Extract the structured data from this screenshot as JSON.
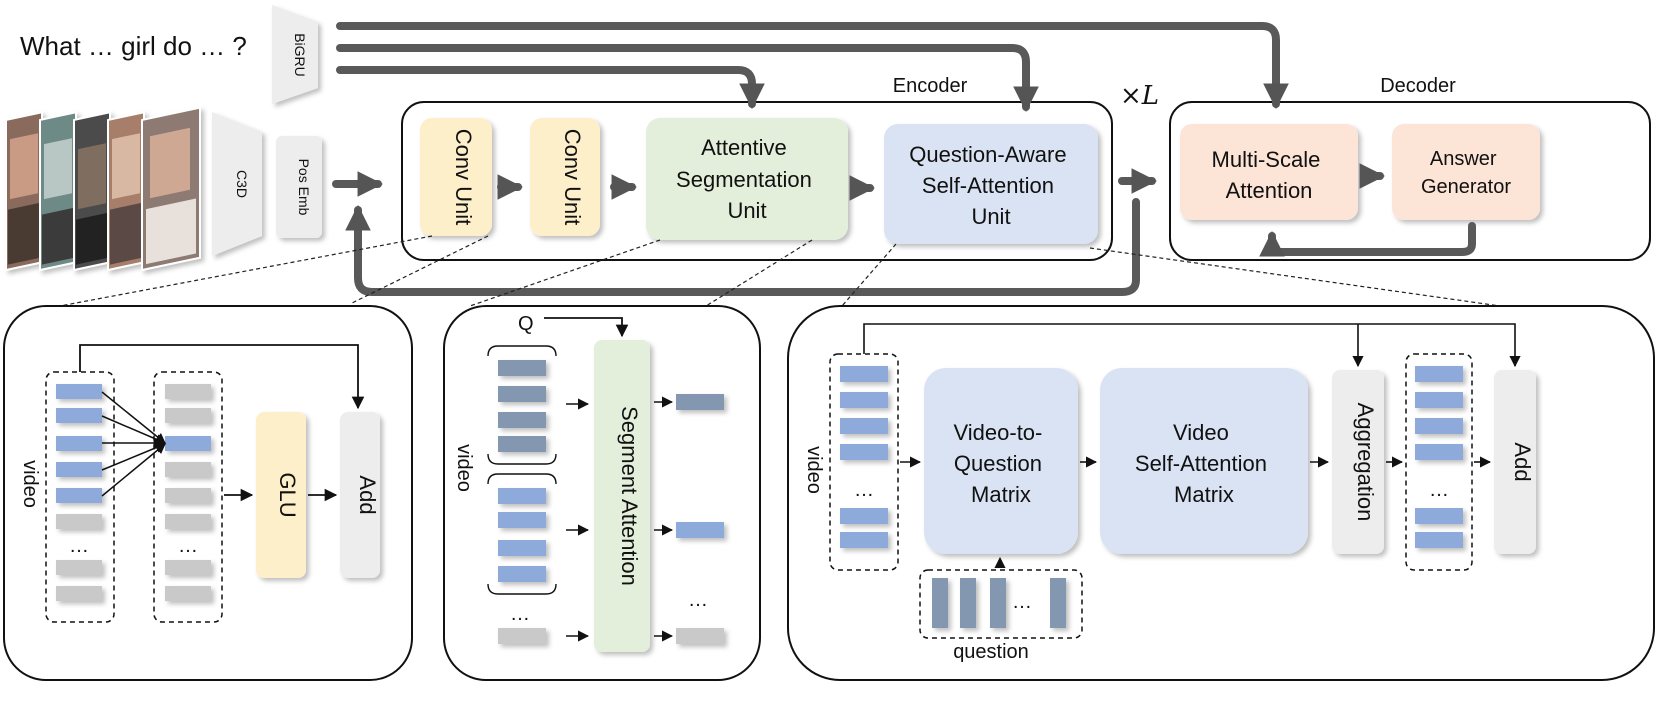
{
  "question_text": "What … girl do … ?",
  "bigru_label": "BiGRU",
  "c3d_label": "C3D",
  "pos_emb_label": "Pos Emb",
  "encoder": {
    "title": "Encoder",
    "repeat": "×L",
    "conv_unit_1": "Conv Unit",
    "conv_unit_2": "Conv Unit",
    "attentive_segmentation": [
      "Attentive",
      "Segmentation",
      "Unit"
    ],
    "question_aware": [
      "Question-Aware",
      "Self-Attention",
      "Unit"
    ]
  },
  "decoder": {
    "title": "Decoder",
    "multi_scale": [
      "Multi-Scale",
      "Attention"
    ],
    "answer_generator": [
      "Answer",
      "Generator"
    ]
  },
  "conv_detail": {
    "video_label": "video",
    "ellipsis": "…",
    "glu": "GLU",
    "add": "Add"
  },
  "seg_detail": {
    "q_label": "Q",
    "video_label": "video",
    "segment_attention": "Segment Attention",
    "ellipsis": "…"
  },
  "qa_detail": {
    "video_label": "video",
    "v2q": [
      "Video-to-",
      "Question",
      "Matrix"
    ],
    "vsa": [
      "Video",
      "Self-Attention",
      "Matrix"
    ],
    "aggregation": "Aggregation",
    "add": "Add",
    "question_label": "question",
    "ellipsis": "…"
  },
  "colors": {
    "conv": "#fdefc9",
    "seg": "#e3efdb",
    "qa": "#dae3f3",
    "decoder": "#fce4d7",
    "gray_box": "#ededed",
    "bar_blue": "#8eaadb",
    "bar_dark": "#8497b0",
    "bar_gray": "#c9c9c9",
    "arrow": "#595959"
  }
}
